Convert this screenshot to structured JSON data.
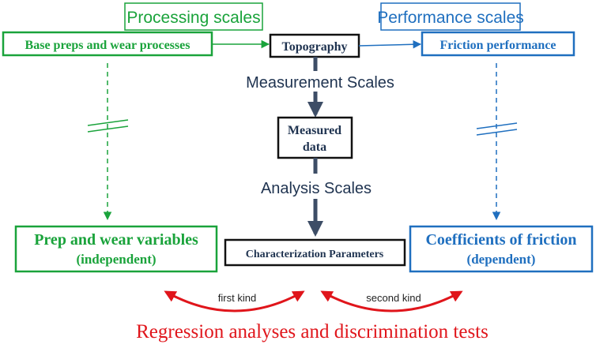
{
  "colors": {
    "green": "#1aa33b",
    "blue": "#1f6fbf",
    "navy": "#1f3350",
    "red": "#e0151b",
    "black": "#111111"
  },
  "labels": {
    "processing_scales": "Processing scales",
    "performance_scales": "Performance scales",
    "base_preps": "Base preps and wear processes",
    "topography": "Topography",
    "friction_performance": "Friction performance",
    "measurement_scales": "Measurement Scales",
    "measured_data_line1": "Measured",
    "measured_data_line2": "data",
    "analysis_scales": "Analysis Scales",
    "prep_wear_line1": "Prep and wear variables",
    "prep_wear_line2": "(independent)",
    "characterization_parameters": "Characterization Parameters",
    "coefficients_line1": "Coefficients of friction",
    "coefficients_line2": "(dependent)",
    "first_kind": "first kind",
    "second_kind": "second kind",
    "regression": "Regression analyses and discrimination tests"
  }
}
